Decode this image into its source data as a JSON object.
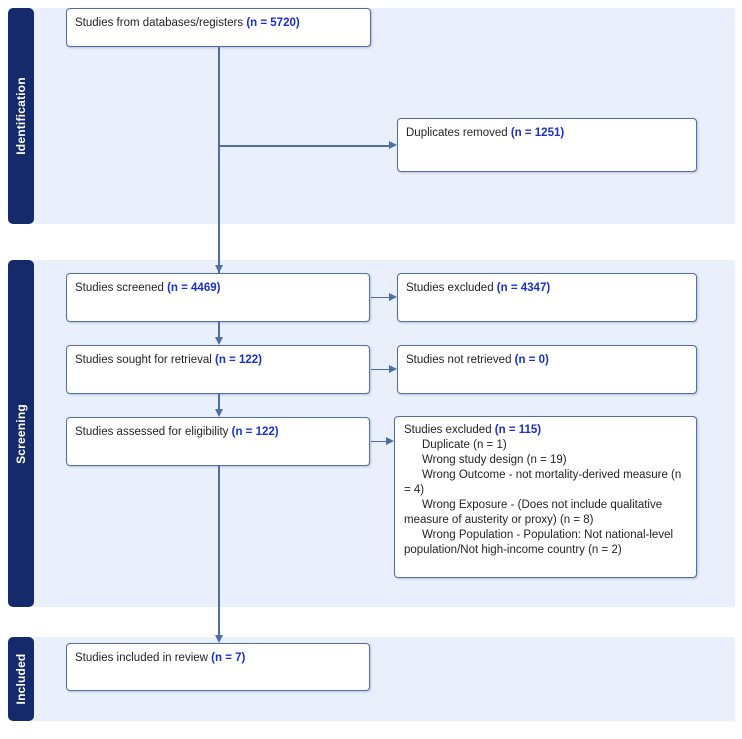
{
  "diagram": {
    "type": "prisma-flow-diagram",
    "colors": {
      "stage_tab_background": "#152a6b",
      "band_background": "#eaf0fb",
      "box_border": "#4f6ea3",
      "count_text": "#1a2ecb",
      "body_text": "#231f20",
      "page_background": "#ffffff"
    }
  },
  "stages": {
    "identification": "Identification",
    "screening": "Screening",
    "included": "Included"
  },
  "boxes": {
    "databases": {
      "label": "Studies from databases/registers ",
      "count": "(n = 5720)"
    },
    "duplicates": {
      "label": "Duplicates removed ",
      "count": "(n = 1251)"
    },
    "screened": {
      "label": "Studies screened ",
      "count": "(n = 4469)"
    },
    "excluded_screened": {
      "label": "Studies excluded ",
      "count": "(n = 4347)"
    },
    "sought": {
      "label": "Studies sought for retrieval ",
      "count": "(n = 122)"
    },
    "not_retrieved": {
      "label": "Studies not retrieved ",
      "count": "(n = 0)"
    },
    "eligibility": {
      "label": "Studies assessed for eligibility ",
      "count": "(n = 122)"
    },
    "excluded_reasons": {
      "label": "Studies excluded ",
      "count": "(n = 115)",
      "reasons": [
        "Duplicate (n = 1)",
        "Wrong study design (n = 19)",
        "Wrong Outcome - not mortality-derived measure (n = 4)",
        "Wrong Exposure - (Does not include qualitative measure of austerity or proxy) (n = 8)",
        "Wrong Population - Population: Not national-level population/Not high-income country (n = 2)"
      ]
    },
    "included": {
      "label": "Studies included in review ",
      "count": "(n = 7)"
    }
  }
}
